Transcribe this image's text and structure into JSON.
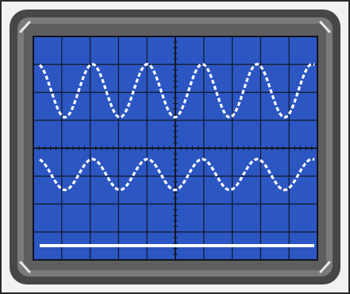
{
  "oscilloscope": {
    "graticule": {
      "columns": 10,
      "rows": 8
    },
    "traces": [
      {
        "name": "upper",
        "cycles": 5,
        "style": "dashed"
      },
      {
        "name": "lower",
        "cycles": 5,
        "style": "dashed"
      },
      {
        "name": "baseline",
        "style": "solid"
      }
    ],
    "colors": {
      "screen": "#2c56c2",
      "grid": "#111827",
      "trace": "#ffffff",
      "bezel": "#474747",
      "frame": "#6d6d6d",
      "outer": "#f2f2f2"
    }
  }
}
